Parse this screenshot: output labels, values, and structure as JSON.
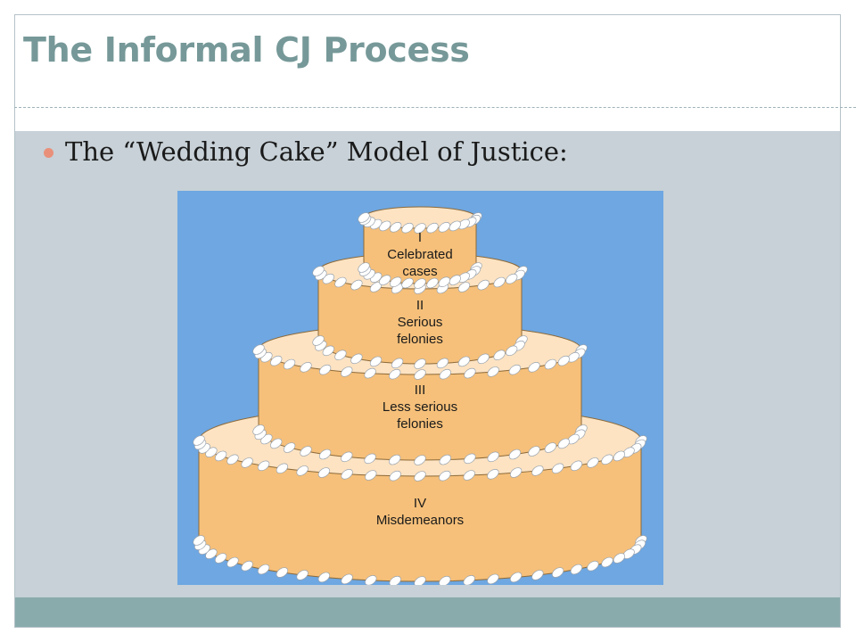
{
  "slide": {
    "title": "The Informal CJ Process",
    "bullet": "The “Wedding Cake” Model of Justice:"
  },
  "diagram": {
    "background_color": "#6ea7e2",
    "cake_color": "#f6c07a",
    "top_color": "#fde3c2",
    "icing_color": "#ffffff",
    "tiers": [
      {
        "numeral": "I",
        "label_lines": [
          "Celebrated",
          "cases"
        ]
      },
      {
        "numeral": "II",
        "label_lines": [
          "Serious",
          "felonies"
        ]
      },
      {
        "numeral": "III",
        "label_lines": [
          "Less serious",
          "felonies"
        ]
      },
      {
        "numeral": "IV",
        "label_lines": [
          "Misdemeanors"
        ]
      }
    ]
  }
}
